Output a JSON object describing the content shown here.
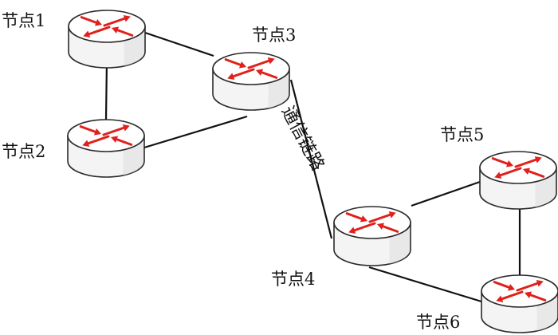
{
  "nodes": [
    {
      "id": "1",
      "label": "节点1"
    },
    {
      "id": "2",
      "label": "节点2"
    },
    {
      "id": "3",
      "label": "节点3"
    },
    {
      "id": "4",
      "label": "节点4"
    },
    {
      "id": "5",
      "label": "节点5"
    },
    {
      "id": "6",
      "label": "节点6"
    }
  ],
  "links": [
    {
      "from": "1",
      "to": "2"
    },
    {
      "from": "1",
      "to": "3"
    },
    {
      "from": "2",
      "to": "3"
    },
    {
      "from": "3",
      "to": "4"
    },
    {
      "from": "4",
      "to": "5"
    },
    {
      "from": "4",
      "to": "6"
    },
    {
      "from": "5",
      "to": "6"
    }
  ],
  "link_caption": "通信链路",
  "colors": {
    "router_fill": "#f4f4f4",
    "router_top": "#ffffff",
    "router_stroke": "#2a2a2a",
    "arrow": "#e0201b",
    "link": "#111111"
  },
  "icon": "router-icon"
}
